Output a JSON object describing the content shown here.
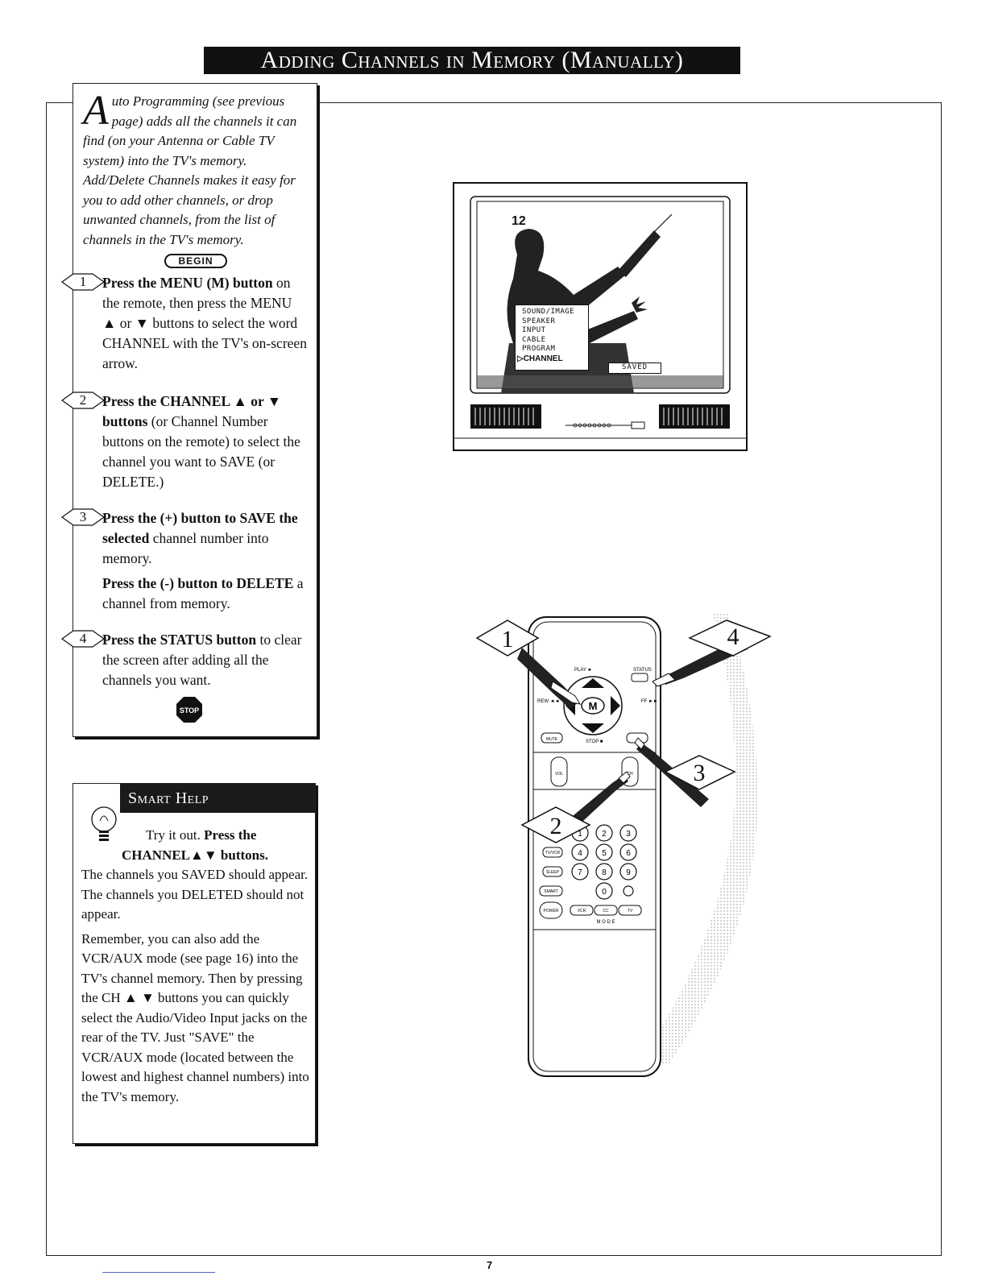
{
  "title": "Adding Channels in Memory (Manually)",
  "intro": {
    "dropcap": "A",
    "text": "uto Programming (see previous page) adds all the channels it can find (on your Antenna or Cable TV system) into the TV's memory. Add/Delete Channels makes it easy for you to add other channels, or drop unwanted channels, from the list of channels in the TV's memory."
  },
  "begin_label": "BEGIN",
  "steps": [
    {
      "number": "1",
      "bold": "Press the MENU (M) button",
      "text": "on the remote, then press the MENU ▲ or ▼ buttons to select the word CHANNEL with the TV's on-screen arrow."
    },
    {
      "number": "2",
      "bold": "Press the CHANNEL ▲ or ▼ buttons",
      "text": "(or Channel Number buttons on the remote) to select the channel you want to SAVE (or DELETE.)"
    },
    {
      "number": "3",
      "bold": "Press the (+) button to SAVE the selected",
      "text": "channel number into memory.",
      "extra_bold": "Press the (-) button to DELETE",
      "extra_text": "a channel from memory."
    },
    {
      "number": "4",
      "bold": "Press the STATUS button",
      "text": "to clear the screen after adding all the channels you want."
    }
  ],
  "stop_label": "STOP",
  "smart_help": {
    "title": "Smart Help",
    "lead1": "Try it out.",
    "lead1_bold": "Press the",
    "lead2": "CHANNEL▲▼ buttons.",
    "para1": "The channels you SAVED should appear. The channels you DELETED should not appear.",
    "para2": "Remember, you can also add the VCR/AUX mode (see page 16) into the TV's channel memory. Then by pressing the CH ▲ ▼ buttons you can quickly select the Audio/Video Input jacks on the rear of the TV. Just \"SAVE\" the VCR/AUX mode (located between the lowest and highest channel numbers) into the TV's memory."
  },
  "tv": {
    "channel": "12",
    "menu_items": [
      "SOUND/IMAGE",
      "SPEAKER",
      "INPUT",
      "CABLE",
      "PROGRAM"
    ],
    "menu_selected": "CHANNEL",
    "status_box": "SAVED"
  },
  "remote": {
    "callouts": [
      "1",
      "2",
      "3",
      "4"
    ],
    "labels": {
      "play": "PLAY ►",
      "status": "STATUS",
      "rew": "REW ◄◄",
      "ff": "FF ►►",
      "stop": "STOP ■",
      "menu": "M",
      "mute": "MUTE",
      "vol": "VOL",
      "ch": "CH",
      "tvvcr": "TV/VCR",
      "sleep": "SLEEP",
      "smart": "SMART",
      "power": "POWER",
      "vcr": "VCR",
      "cc": "CC",
      "tv": "TV",
      "mode": "M O D E"
    },
    "keys": [
      "1",
      "2",
      "3",
      "4",
      "5",
      "6",
      "7",
      "8",
      "9",
      "0"
    ]
  },
  "page_number": "7"
}
